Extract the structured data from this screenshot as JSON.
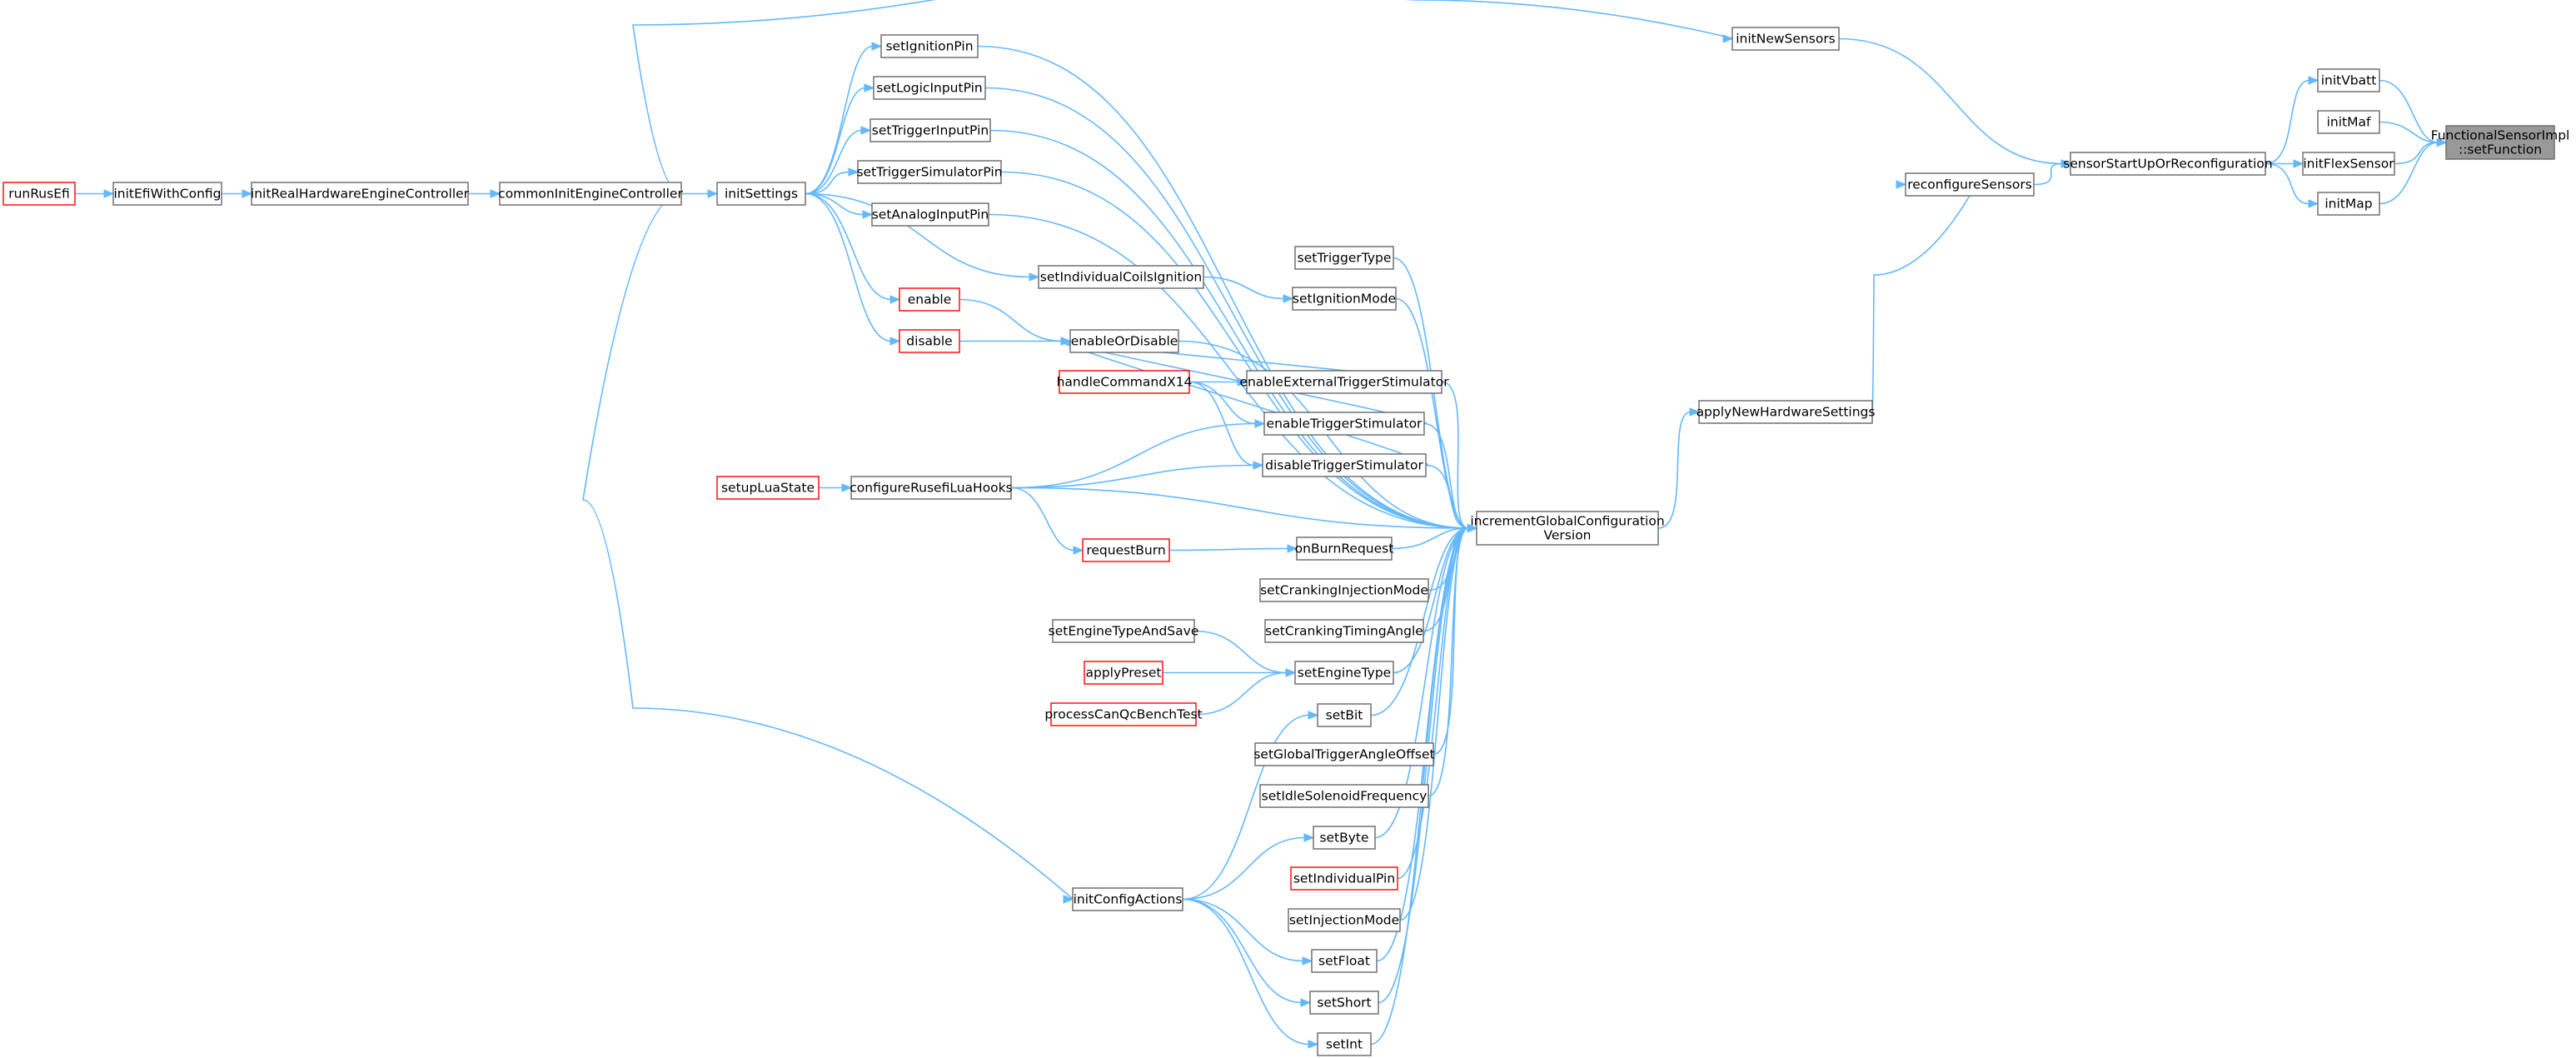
{
  "diagram": {
    "colors": {
      "edge": "#63b8ff",
      "box_border": "#666666",
      "red_border": "#ff0000",
      "highlight_fill": "#999999"
    },
    "nodes": [
      {
        "id": "target",
        "lines": [
          "FunctionalSensorImpl",
          "::setFunction"
        ],
        "style": "highlight"
      },
      {
        "id": "initVbatt",
        "lines": [
          "initVbatt"
        ],
        "style": "normal"
      },
      {
        "id": "initMaf",
        "lines": [
          "initMaf"
        ],
        "style": "normal"
      },
      {
        "id": "initFlexSensor",
        "lines": [
          "initFlexSensor"
        ],
        "style": "normal"
      },
      {
        "id": "initMap",
        "lines": [
          "initMap"
        ],
        "style": "normal"
      },
      {
        "id": "sensorStartUp",
        "lines": [
          "sensorStartUpOrReconfiguration"
        ],
        "style": "normal"
      },
      {
        "id": "initNewSensors",
        "lines": [
          "initNewSensors"
        ],
        "style": "normal"
      },
      {
        "id": "reconfigureSensors",
        "lines": [
          "reconfigureSensors"
        ],
        "style": "normal"
      },
      {
        "id": "applyNewHardwareSettings",
        "lines": [
          "applyNewHardwareSettings"
        ],
        "style": "normal"
      },
      {
        "id": "incrementGCV",
        "lines": [
          "incrementGlobalConfiguration",
          "Version"
        ],
        "style": "normal"
      },
      {
        "id": "setIgnitionPin",
        "lines": [
          "setIgnitionPin"
        ],
        "style": "normal"
      },
      {
        "id": "setLogicInputPin",
        "lines": [
          "setLogicInputPin"
        ],
        "style": "normal"
      },
      {
        "id": "setTriggerInputPin",
        "lines": [
          "setTriggerInputPin"
        ],
        "style": "normal"
      },
      {
        "id": "setTriggerSimulatorPin",
        "lines": [
          "setTriggerSimulatorPin"
        ],
        "style": "normal"
      },
      {
        "id": "setAnalogInputPin",
        "lines": [
          "setAnalogInputPin"
        ],
        "style": "normal"
      },
      {
        "id": "setIndividualCoilsIgnition",
        "lines": [
          "setIndividualCoilsIgnition"
        ],
        "style": "normal"
      },
      {
        "id": "setTriggerType",
        "lines": [
          "setTriggerType"
        ],
        "style": "normal"
      },
      {
        "id": "setIgnitionMode",
        "lines": [
          "setIgnitionMode"
        ],
        "style": "normal"
      },
      {
        "id": "enable",
        "lines": [
          "enable"
        ],
        "style": "red"
      },
      {
        "id": "disable",
        "lines": [
          "disable"
        ],
        "style": "red"
      },
      {
        "id": "enableOrDisable",
        "lines": [
          "enableOrDisable"
        ],
        "style": "normal"
      },
      {
        "id": "handleCommandX14",
        "lines": [
          "handleCommandX14"
        ],
        "style": "red"
      },
      {
        "id": "enableExternalTriggerStimulator",
        "lines": [
          "enableExternalTriggerStimulator"
        ],
        "style": "normal"
      },
      {
        "id": "enableTriggerStimulator",
        "lines": [
          "enableTriggerStimulator"
        ],
        "style": "normal"
      },
      {
        "id": "disableTriggerStimulator",
        "lines": [
          "disableTriggerStimulator"
        ],
        "style": "normal"
      },
      {
        "id": "setupLuaState",
        "lines": [
          "setupLuaState"
        ],
        "style": "red"
      },
      {
        "id": "configureRusefiLuaHooks",
        "lines": [
          "configureRusefiLuaHooks"
        ],
        "style": "normal"
      },
      {
        "id": "requestBurn",
        "lines": [
          "requestBurn"
        ],
        "style": "red"
      },
      {
        "id": "onBurnRequest",
        "lines": [
          "onBurnRequest"
        ],
        "style": "normal"
      },
      {
        "id": "setCrankingInjectionMode",
        "lines": [
          "setCrankingInjectionMode"
        ],
        "style": "normal"
      },
      {
        "id": "setCrankingTimingAngle",
        "lines": [
          "setCrankingTimingAngle"
        ],
        "style": "normal"
      },
      {
        "id": "setEngineTypeAndSave",
        "lines": [
          "setEngineTypeAndSave"
        ],
        "style": "normal"
      },
      {
        "id": "applyPreset",
        "lines": [
          "applyPreset"
        ],
        "style": "red"
      },
      {
        "id": "processCanQcBenchTest",
        "lines": [
          "processCanQcBenchTest"
        ],
        "style": "red"
      },
      {
        "id": "setEngineType",
        "lines": [
          "setEngineType"
        ],
        "style": "normal"
      },
      {
        "id": "setBit",
        "lines": [
          "setBit"
        ],
        "style": "normal"
      },
      {
        "id": "setGlobalTriggerAngleOffset",
        "lines": [
          "setGlobalTriggerAngleOffset"
        ],
        "style": "normal"
      },
      {
        "id": "setIdleSolenoidFrequency",
        "lines": [
          "setIdleSolenoidFrequency"
        ],
        "style": "normal"
      },
      {
        "id": "setByte",
        "lines": [
          "setByte"
        ],
        "style": "normal"
      },
      {
        "id": "setIndividualPin",
        "lines": [
          "setIndividualPin"
        ],
        "style": "red"
      },
      {
        "id": "setInjectionMode",
        "lines": [
          "setInjectionMode"
        ],
        "style": "normal"
      },
      {
        "id": "setFloat",
        "lines": [
          "setFloat"
        ],
        "style": "normal"
      },
      {
        "id": "setShort",
        "lines": [
          "setShort"
        ],
        "style": "normal"
      },
      {
        "id": "setInt",
        "lines": [
          "setInt"
        ],
        "style": "normal"
      },
      {
        "id": "initConfigActions",
        "lines": [
          "initConfigActions"
        ],
        "style": "normal"
      },
      {
        "id": "initSettings",
        "lines": [
          "initSettings"
        ],
        "style": "normal"
      },
      {
        "id": "commonInitEngineController",
        "lines": [
          "commonInitEngineController"
        ],
        "style": "normal"
      },
      {
        "id": "initRealHardwareEngineController",
        "lines": [
          "initRealHardwareEngineController"
        ],
        "style": "normal"
      },
      {
        "id": "initEfiWithConfig",
        "lines": [
          "initEfiWithConfig"
        ],
        "style": "normal"
      },
      {
        "id": "runRusEfi",
        "lines": [
          "runRusEfi"
        ],
        "style": "red"
      }
    ],
    "edges": [
      {
        "from": "initVbatt",
        "to": "target"
      },
      {
        "from": "initMaf",
        "to": "target"
      },
      {
        "from": "initFlexSensor",
        "to": "target"
      },
      {
        "from": "initMap",
        "to": "target"
      },
      {
        "from": "sensorStartUp",
        "to": "initVbatt"
      },
      {
        "from": "sensorStartUp",
        "to": "initFlexSensor"
      },
      {
        "from": "sensorStartUp",
        "to": "initMap"
      },
      {
        "from": "initNewSensors",
        "to": "sensorStartUp"
      },
      {
        "from": "reconfigureSensors",
        "to": "sensorStartUp"
      },
      {
        "from": "applyNewHardwareSettings",
        "to": "reconfigureSensors"
      },
      {
        "from": "incrementGCV",
        "to": "applyNewHardwareSettings"
      },
      {
        "from": "commonInitEngineController",
        "to": "initNewSensors"
      },
      {
        "from": "setIgnitionPin",
        "to": "incrementGCV"
      },
      {
        "from": "setLogicInputPin",
        "to": "incrementGCV"
      },
      {
        "from": "setTriggerInputPin",
        "to": "incrementGCV"
      },
      {
        "from": "setTriggerSimulatorPin",
        "to": "incrementGCV"
      },
      {
        "from": "setAnalogInputPin",
        "to": "incrementGCV"
      },
      {
        "from": "setTriggerType",
        "to": "incrementGCV"
      },
      {
        "from": "setIgnitionMode",
        "to": "incrementGCV"
      },
      {
        "from": "enableOrDisable",
        "to": "incrementGCV"
      },
      {
        "from": "enableExternalTriggerStimulator",
        "to": "incrementGCV"
      },
      {
        "from": "enableTriggerStimulator",
        "to": "incrementGCV"
      },
      {
        "from": "disableTriggerStimulator",
        "to": "incrementGCV"
      },
      {
        "from": "configureRusefiLuaHooks",
        "to": "incrementGCV"
      },
      {
        "from": "onBurnRequest",
        "to": "incrementGCV"
      },
      {
        "from": "setCrankingInjectionMode",
        "to": "incrementGCV"
      },
      {
        "from": "setCrankingTimingAngle",
        "to": "incrementGCV"
      },
      {
        "from": "setEngineType",
        "to": "incrementGCV"
      },
      {
        "from": "setBit",
        "to": "incrementGCV"
      },
      {
        "from": "setGlobalTriggerAngleOffset",
        "to": "incrementGCV"
      },
      {
        "from": "setIdleSolenoidFrequency",
        "to": "incrementGCV"
      },
      {
        "from": "setByte",
        "to": "incrementGCV"
      },
      {
        "from": "setIndividualPin",
        "to": "incrementGCV"
      },
      {
        "from": "setInjectionMode",
        "to": "incrementGCV"
      },
      {
        "from": "setFloat",
        "to": "incrementGCV"
      },
      {
        "from": "setShort",
        "to": "incrementGCV"
      },
      {
        "from": "setInt",
        "to": "incrementGCV"
      },
      {
        "from": "initSettings",
        "to": "setIgnitionPin"
      },
      {
        "from": "initSettings",
        "to": "setLogicInputPin"
      },
      {
        "from": "initSettings",
        "to": "setTriggerInputPin"
      },
      {
        "from": "initSettings",
        "to": "setTriggerSimulatorPin"
      },
      {
        "from": "initSettings",
        "to": "setAnalogInputPin"
      },
      {
        "from": "initSettings",
        "to": "setIndividualCoilsIgnition"
      },
      {
        "from": "initSettings",
        "to": "enable"
      },
      {
        "from": "initSettings",
        "to": "disable"
      },
      {
        "from": "setIndividualCoilsIgnition",
        "to": "setIgnitionMode"
      },
      {
        "from": "enable",
        "to": "enableOrDisable"
      },
      {
        "from": "disable",
        "to": "enableOrDisable"
      },
      {
        "from": "enableExternalTriggerStimulator",
        "to": "enableOrDisable"
      },
      {
        "from": "enableTriggerStimulator",
        "to": "enableOrDisable"
      },
      {
        "from": "disableTriggerStimulator",
        "to": "enableOrDisable"
      },
      {
        "from": "handleCommandX14",
        "to": "enableExternalTriggerStimulator"
      },
      {
        "from": "handleCommandX14",
        "to": "enableTriggerStimulator"
      },
      {
        "from": "handleCommandX14",
        "to": "disableTriggerStimulator"
      },
      {
        "from": "configureRusefiLuaHooks",
        "to": "enableTriggerStimulator"
      },
      {
        "from": "configureRusefiLuaHooks",
        "to": "disableTriggerStimulator"
      },
      {
        "from": "setupLuaState",
        "to": "configureRusefiLuaHooks"
      },
      {
        "from": "configureRusefiLuaHooks",
        "to": "requestBurn"
      },
      {
        "from": "requestBurn",
        "to": "onBurnRequest"
      },
      {
        "from": "setEngineTypeAndSave",
        "to": "setEngineType"
      },
      {
        "from": "applyPreset",
        "to": "setEngineType"
      },
      {
        "from": "processCanQcBenchTest",
        "to": "setEngineType"
      },
      {
        "from": "initConfigActions",
        "to": "setBit"
      },
      {
        "from": "initConfigActions",
        "to": "setByte"
      },
      {
        "from": "initConfigActions",
        "to": "setFloat"
      },
      {
        "from": "initConfigActions",
        "to": "setShort"
      },
      {
        "from": "initConfigActions",
        "to": "setInt"
      },
      {
        "from": "commonInitEngineController",
        "to": "initSettings"
      },
      {
        "from": "commonInitEngineController",
        "to": "initConfigActions"
      },
      {
        "from": "initRealHardwareEngineController",
        "to": "commonInitEngineController"
      },
      {
        "from": "initEfiWithConfig",
        "to": "initRealHardwareEngineController"
      },
      {
        "from": "runRusEfi",
        "to": "initEfiWithConfig"
      }
    ]
  }
}
